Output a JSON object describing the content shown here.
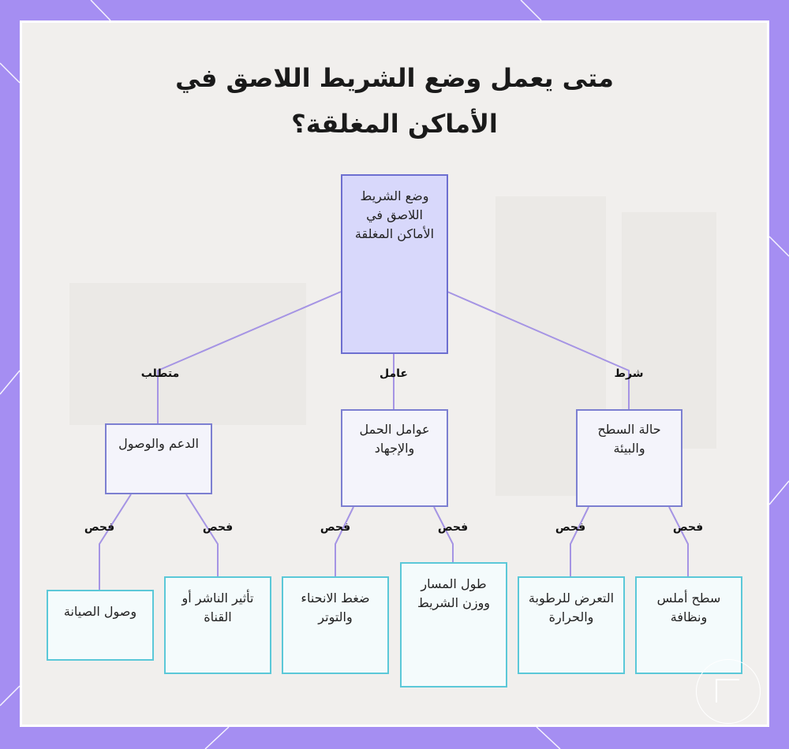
{
  "title": {
    "line1": "متى يعمل وضع الشريط اللاصق في",
    "line2": "الأماكن المغلقة؟"
  },
  "root": {
    "label": "وضع الشريط اللاصق في الأماكن المغلقة"
  },
  "branches": [
    {
      "edge_label": "شرط",
      "label": "حالة السطح والبيئة"
    },
    {
      "edge_label": "عامل",
      "label": "عوامل الحمل والإجهاد"
    },
    {
      "edge_label": "متطلب",
      "label": "الدعم والوصول"
    }
  ],
  "leaves": [
    {
      "edge_label": "فحص",
      "label": "سطح أملس ونظافة"
    },
    {
      "edge_label": "فحص",
      "label": "التعرض للرطوبة والحرارة"
    },
    {
      "edge_label": "فحص",
      "label": "طول المسار ووزن الشريط"
    },
    {
      "edge_label": "فحص",
      "label": "ضغط الانحناء والتوتر"
    },
    {
      "edge_label": "فحص",
      "label": "تأثير الناشر أو القناة"
    },
    {
      "edge_label": "فحص",
      "label": "وصول الصيانة"
    }
  ],
  "colors": {
    "frame": "#a58ef2",
    "connector": "#a594e4",
    "root_fill": "#d8d8fb",
    "root_border": "#6d6fd0",
    "leaf_border": "#5bc8d8"
  },
  "icons": {
    "corner_logo": "logo-mark-icon"
  }
}
